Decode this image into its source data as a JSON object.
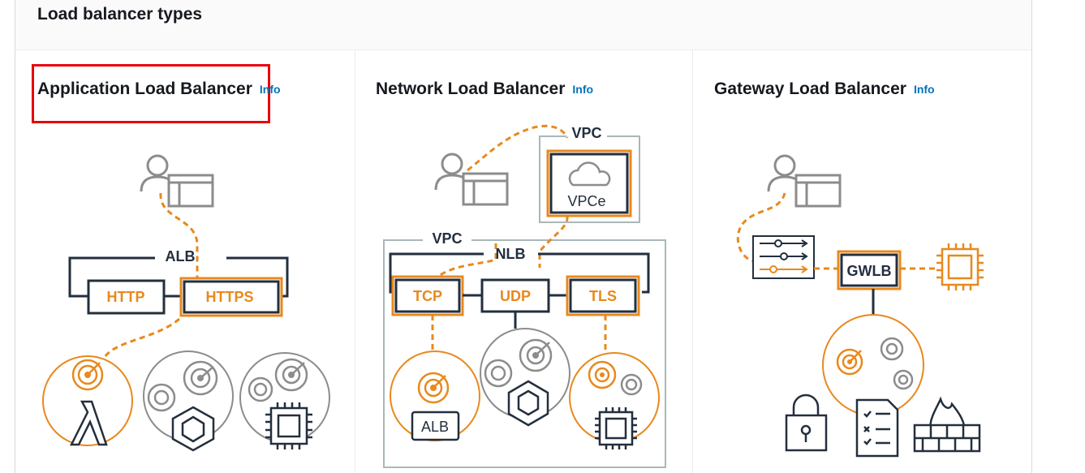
{
  "panel": {
    "title": "Load balancer types"
  },
  "cards": [
    {
      "title": "Application Load Balancer",
      "info": "Info",
      "diagram": {
        "group_label": "ALB",
        "listeners": [
          "HTTP",
          "HTTPS"
        ]
      }
    },
    {
      "title": "Network Load Balancer",
      "info": "Info",
      "diagram": {
        "vpc_top": "VPC",
        "endpoint": "VPCe",
        "vpc_bottom": "VPC",
        "group_label": "NLB",
        "listeners": [
          "TCP",
          "UDP",
          "TLS"
        ],
        "target_label": "ALB"
      }
    },
    {
      "title": "Gateway Load Balancer",
      "info": "Info",
      "diagram": {
        "node": "GWLB"
      }
    }
  ],
  "colors": {
    "accent": "#e8891d",
    "dark": "#232f3e",
    "gray": "#8c8c8c",
    "link": "#0073bb",
    "highlight": "#e8000b"
  }
}
